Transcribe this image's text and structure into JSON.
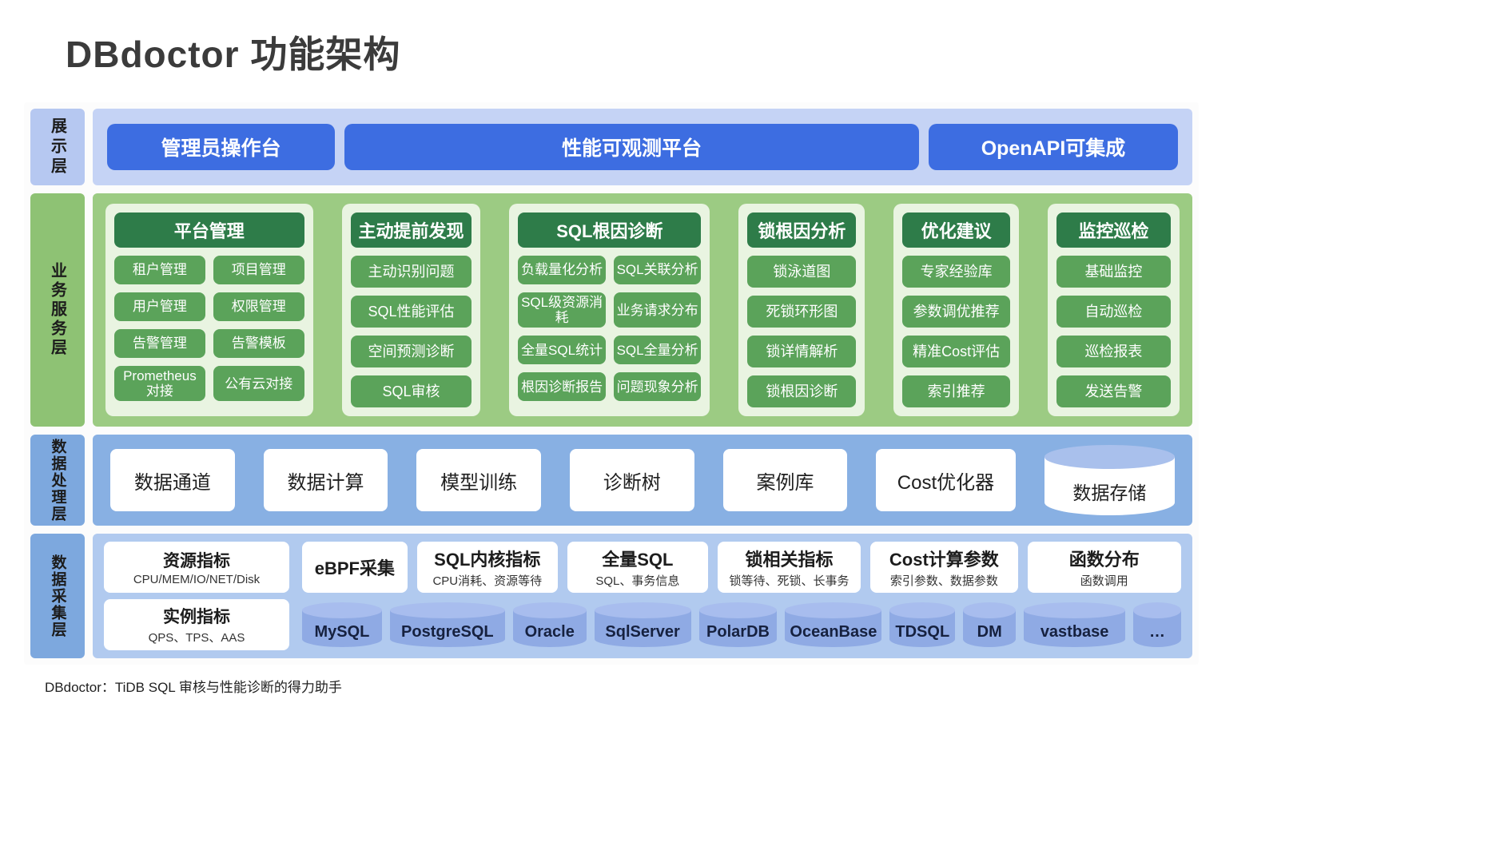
{
  "page": {
    "title": "DBdoctor 功能架构",
    "footer": "DBdoctor：TiDB SQL 审核与性能诊断的得力助手"
  },
  "colors": {
    "primary_button_blue": "#3d6de1",
    "presentation_band": "#c5d3f5",
    "business_band": "#9ccb83",
    "module_header_green": "#2e7c49",
    "feature_green": "#5ba35a",
    "processing_band": "#88b0e3",
    "collection_band": "#b1caef",
    "db_cylinder_blue": "#8faae4"
  },
  "layers": {
    "presentation": {
      "label": "展示层",
      "buttons": [
        "管理员操作台",
        "性能可观测平台",
        "OpenAPI可集成"
      ]
    },
    "business": {
      "label": "业务服务层",
      "columns": [
        {
          "header": "平台管理",
          "items": [
            "租户管理",
            "项目管理",
            "用户管理",
            "权限管理",
            "告警管理",
            "告警模板",
            "Prometheus对接",
            "公有云对接"
          ]
        },
        {
          "header": "主动提前发现",
          "items": [
            "主动识别问题",
            "SQL性能评估",
            "空间预测诊断",
            "SQL审核"
          ]
        },
        {
          "header": "SQL根因诊断",
          "items": [
            "负载量化分析",
            "SQL关联分析",
            "SQL级资源消耗",
            "业务请求分布",
            "全量SQL统计",
            "SQL全量分析",
            "根因诊断报告",
            "问题现象分析"
          ]
        },
        {
          "header": "锁根因分析",
          "items": [
            "锁泳道图",
            "死锁环形图",
            "锁详情解析",
            "锁根因诊断"
          ]
        },
        {
          "header": "优化建议",
          "items": [
            "专家经验库",
            "参数调优推荐",
            "精准Cost评估",
            "索引推荐"
          ]
        },
        {
          "header": "监控巡检",
          "items": [
            "基础监控",
            "自动巡检",
            "巡检报表",
            "发送告警"
          ]
        }
      ]
    },
    "processing": {
      "label": "数据处理层",
      "boxes": [
        "数据通道",
        "数据计算",
        "模型训练",
        "诊断树",
        "案例库",
        "Cost优化器"
      ],
      "storage": "数据存储"
    },
    "collection": {
      "label": "数据采集层",
      "metric_boxes": [
        {
          "title": "资源指标",
          "subtitle": "CPU/MEM/IO/NET/Disk"
        },
        {
          "title": "实例指标",
          "subtitle": "QPS、TPS、AAS"
        }
      ],
      "ebpf": {
        "title": "eBPF采集"
      },
      "collector_boxes": [
        {
          "title": "SQL内核指标",
          "subtitle": "CPU消耗、资源等待"
        },
        {
          "title": "全量SQL",
          "subtitle": "SQL、事务信息"
        },
        {
          "title": "锁相关指标",
          "subtitle": "锁等待、死锁、长事务"
        },
        {
          "title": "Cost计算参数",
          "subtitle": "索引参数、数据参数"
        },
        {
          "title": "函数分布",
          "subtitle": "函数调用"
        }
      ],
      "databases": [
        "MySQL",
        "PostgreSQL",
        "Oracle",
        "SqlServer",
        "PolarDB",
        "OceanBase",
        "TDSQL",
        "DM",
        "vastbase",
        "…"
      ]
    }
  }
}
